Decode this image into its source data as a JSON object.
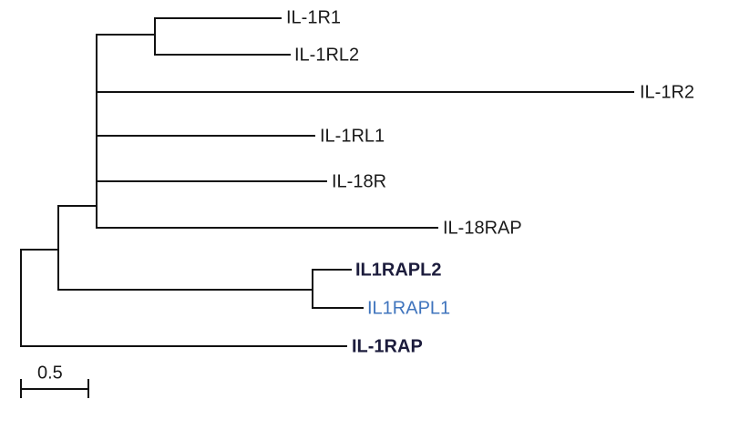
{
  "title": "IL-1 receptor family phylogenetic tree",
  "leaves": [
    {
      "label": "IL-1R1"
    },
    {
      "label": "IL-1RL2"
    },
    {
      "label": "IL-1R2"
    },
    {
      "label": "IL-1RL1"
    },
    {
      "label": "IL-18R"
    },
    {
      "label": "IL-18RAP"
    },
    {
      "label": "IL1RAPL2"
    },
    {
      "label": "IL1RAPL1"
    },
    {
      "label": "IL-1RAP"
    }
  ],
  "scale_bar": {
    "label": "0.5",
    "value": 0.5
  },
  "colors": {
    "default": "#1a1a1a",
    "highlight_dark": "#1c1c3c",
    "highlight_blue": "#3f74bd"
  }
}
